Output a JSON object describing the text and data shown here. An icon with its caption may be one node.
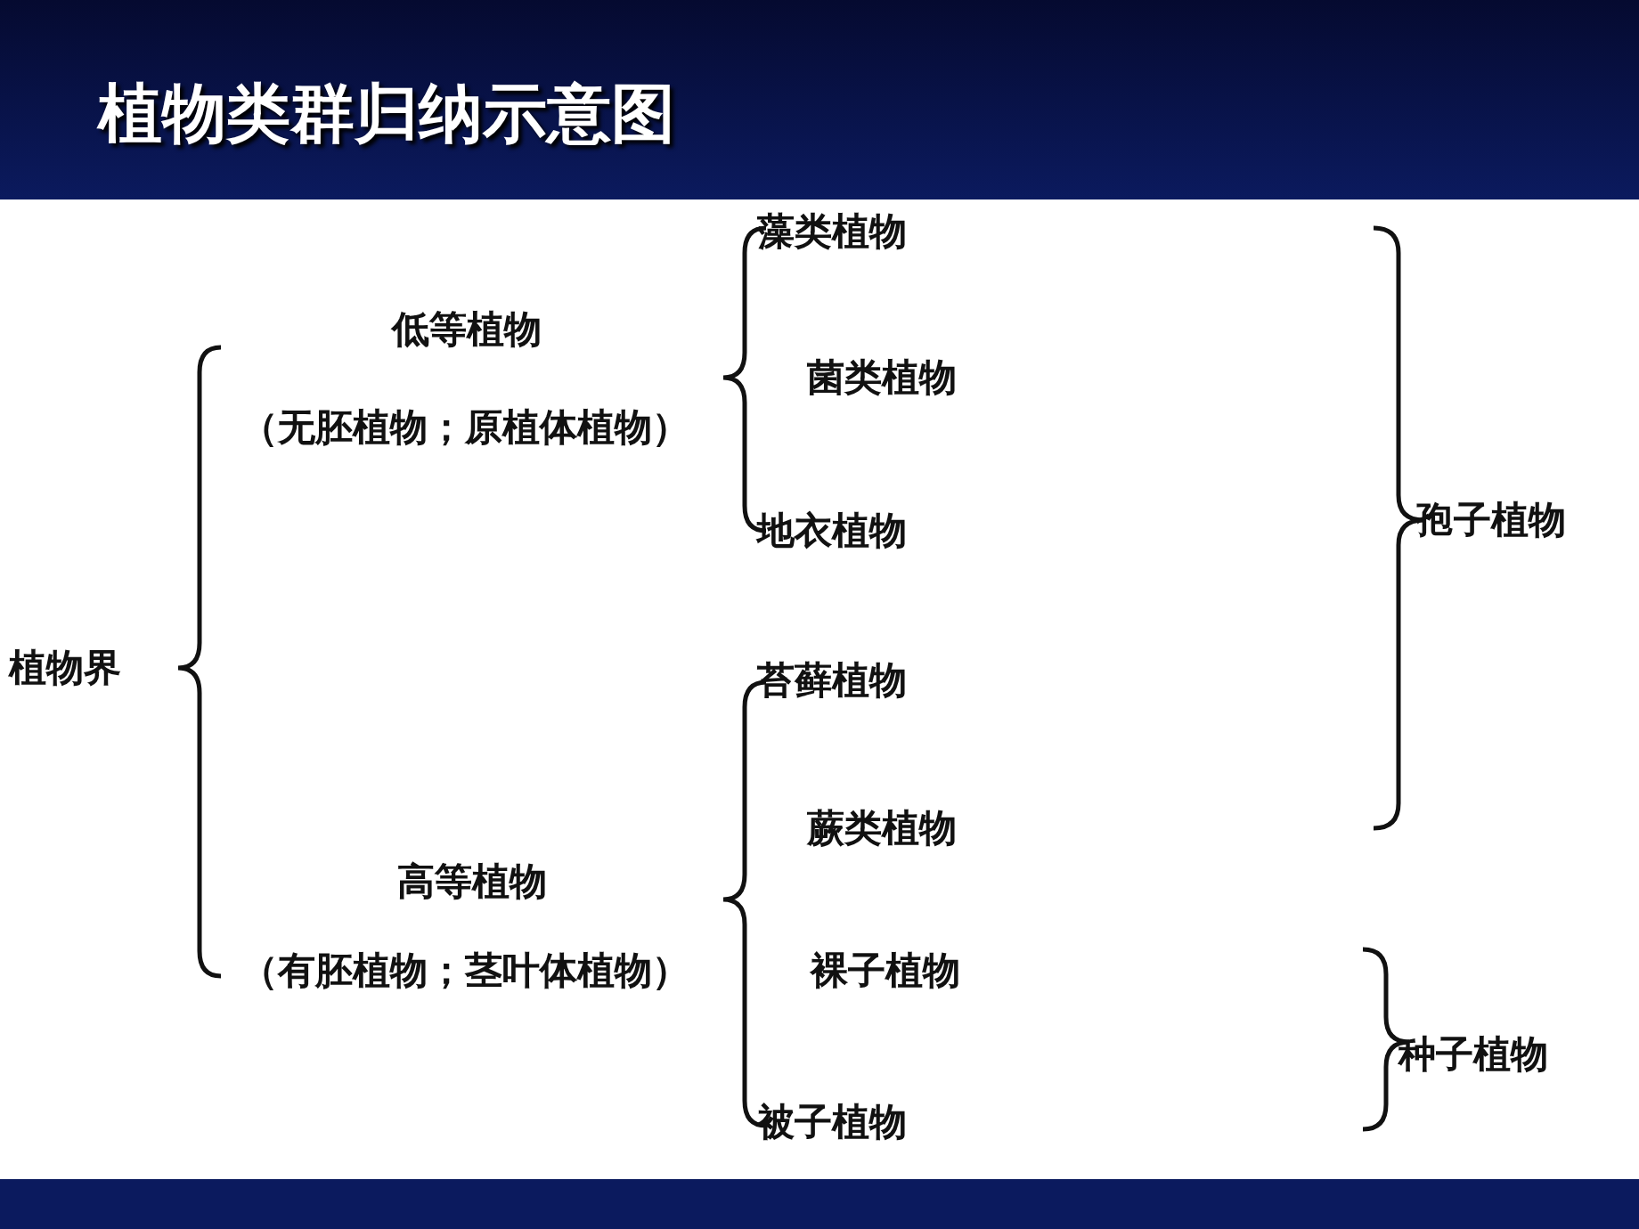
{
  "diagram": {
    "title": "植物类群归纳示意图",
    "labels": [
      "植物界",
      "低等植物",
      "（无胚植物；原植体植物）",
      "高等植物",
      "（有胚植物；茎叶体植物）",
      "藻类植物",
      "菌类植物",
      "地衣植物",
      "苔藓植物",
      "蕨类植物",
      "裸子植物",
      "被子植物",
      "孢子植物",
      "种子植物"
    ]
  }
}
